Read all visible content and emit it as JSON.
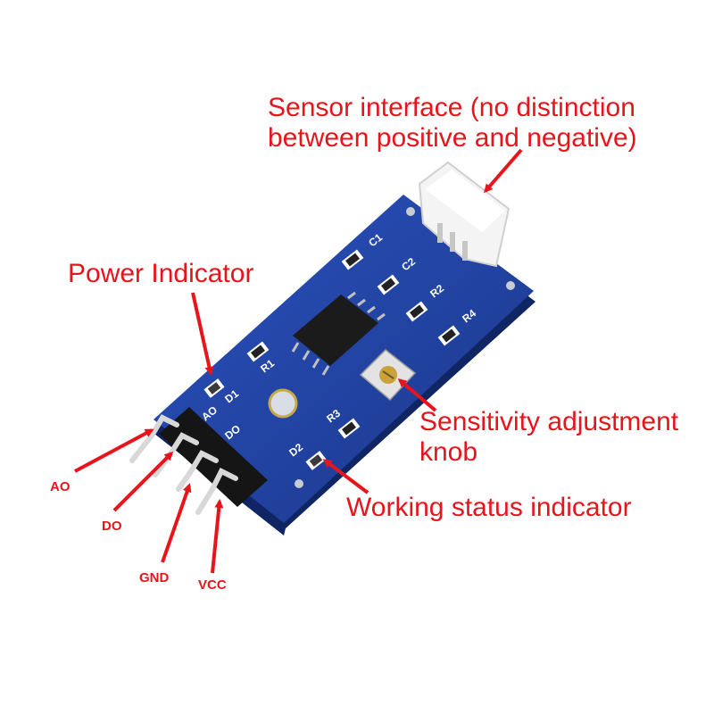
{
  "callouts": {
    "sensor_interface": [
      "Sensor interface (no distinction",
      "between positive and negative)"
    ],
    "power_indicator": "Power Indicator",
    "sensitivity": [
      "Sensitivity adjustment",
      "knob"
    ],
    "working_status": "Working status indicator"
  },
  "pins": {
    "ao": "AO",
    "do": "DO",
    "gnd": "GND",
    "vcc": "VCC"
  },
  "silkscreen": {
    "c1": "C1",
    "c2": "C2",
    "r1": "R1",
    "r2": "R2",
    "r3": "R3",
    "r4": "R4",
    "d1": "D1",
    "d2": "D2",
    "ao": "AO",
    "do": "DO"
  },
  "colors": {
    "annotation": "#e8141c",
    "pcb": "#1d3f9e",
    "pcb_edge": "#0f2564",
    "header": "#151515",
    "pins": "#d8d8d8",
    "connector": "#f4f4f4",
    "silkscreen": "#ffffff"
  }
}
